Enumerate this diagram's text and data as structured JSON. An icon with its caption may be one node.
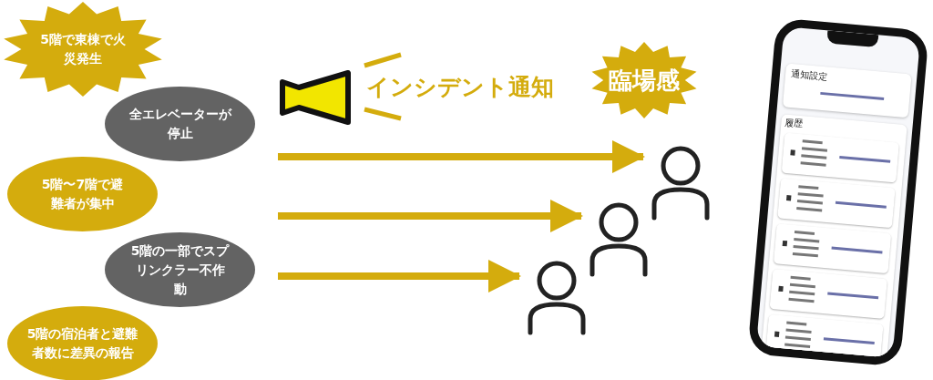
{
  "diagram": {
    "nodes": [
      {
        "text": [
          "5階で東棟で火災発生"
        ]
      },
      {
        "text": [
          "全エレベーターが停止"
        ]
      },
      {
        "text": [
          "5階〜7階で避難者が集中"
        ]
      },
      {
        "text": [
          "5階の一部でスプリンクラー不作動"
        ]
      },
      {
        "text": [
          "5階の宿泊者と避難者数に差異の報告"
        ]
      },
      {
        "text": [
          "臨場感"
        ]
      },
      {
        "text": [],
        "shape": "person"
      },
      {
        "text": [],
        "shape": "person"
      },
      {
        "text": [],
        "shape": "person"
      }
    ],
    "edges": [
      {
        "from": null,
        "to": 6,
        "arrow": "to"
      },
      {
        "from": null,
        "to": 7,
        "arrow": "to"
      },
      {
        "from": null,
        "to": 8,
        "arrow": "to"
      }
    ],
    "labels": [
      "インシデント通知",
      "通知設定",
      "履歴"
    ]
  }
}
